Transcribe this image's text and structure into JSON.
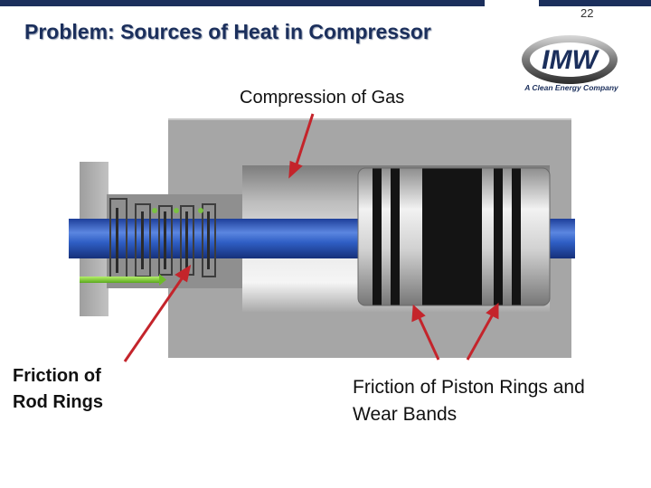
{
  "header": {
    "title": "Problem:  Sources of Heat in Compressor",
    "page_number": "22",
    "bar_color": "#1b2f5c"
  },
  "logo": {
    "mark": "IMW",
    "tagline": "A Clean Energy Company"
  },
  "callouts": {
    "gas": "Compression of Gas",
    "rod_line1": "Friction of",
    "rod_line2": "Rod Rings",
    "piston_line1": "Friction of Piston Rings and",
    "piston_line2": "Wear Bands"
  },
  "colors": {
    "arrow": "#c4242b",
    "rod": "#2f5ec4",
    "body": "#a6a6a6"
  }
}
